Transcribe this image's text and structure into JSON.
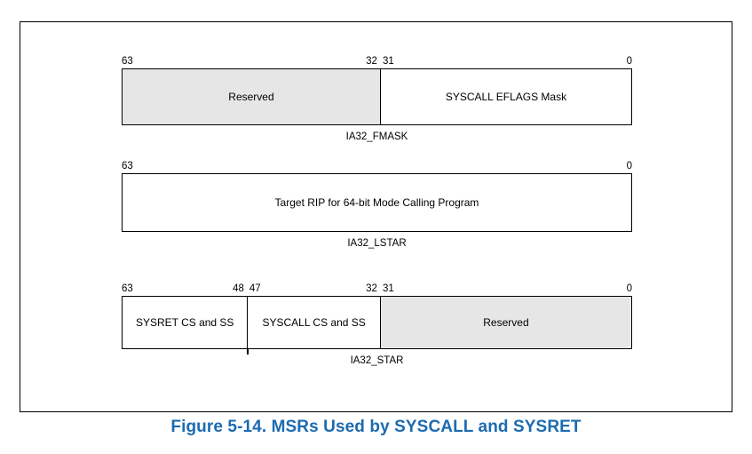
{
  "figure": {
    "caption": "Figure 5-14.  MSRs Used by SYSCALL and SYSRET",
    "caption_color": "#1c6bb0",
    "reserved_fill_color": "#e6e6e6",
    "border_color": "#000000"
  },
  "registers": [
    {
      "name": "IA32_FMASK",
      "bit_labels": [
        {
          "text": "63",
          "pos_pct": 0.0,
          "align": "left"
        },
        {
          "text": "32",
          "pos_pct": 50.6,
          "align": "right"
        },
        {
          "text": "31",
          "pos_pct": 50.6,
          "align": "left"
        },
        {
          "text": "0",
          "pos_pct": 100.0,
          "align": "right"
        }
      ],
      "fields": [
        {
          "label": "Reserved",
          "bits": "63:32",
          "width_pct": 50.6,
          "style": "reserved"
        },
        {
          "label": "SYSCALL EFLAGS Mask",
          "bits": "31:0",
          "width_pct": 49.4,
          "style": "plain"
        }
      ]
    },
    {
      "name": "IA32_LSTAR",
      "bit_labels": [
        {
          "text": "63",
          "pos_pct": 0.0,
          "align": "left"
        },
        {
          "text": "0",
          "pos_pct": 100.0,
          "align": "right"
        }
      ],
      "fields": [
        {
          "label": "Target RIP for 64-bit Mode Calling Program",
          "bits": "63:0",
          "width_pct": 100.0,
          "style": "plain"
        }
      ]
    },
    {
      "name": "IA32_STAR",
      "bit_labels": [
        {
          "text": "63",
          "pos_pct": 0.0,
          "align": "left"
        },
        {
          "text": "48",
          "pos_pct": 24.5,
          "align": "right"
        },
        {
          "text": "47",
          "pos_pct": 24.5,
          "align": "left"
        },
        {
          "text": "32",
          "pos_pct": 50.6,
          "align": "right"
        },
        {
          "text": "31",
          "pos_pct": 50.6,
          "align": "left"
        },
        {
          "text": "0",
          "pos_pct": 100.0,
          "align": "right"
        }
      ],
      "fields": [
        {
          "label": "SYSRET CS and SS",
          "bits": "63:48",
          "width_pct": 24.5,
          "style": "plain"
        },
        {
          "label": "SYSCALL CS and SS",
          "bits": "47:32",
          "width_pct": 26.1,
          "style": "plain"
        },
        {
          "label": "Reserved",
          "bits": "31:0",
          "width_pct": 49.4,
          "style": "reserved"
        }
      ]
    }
  ]
}
